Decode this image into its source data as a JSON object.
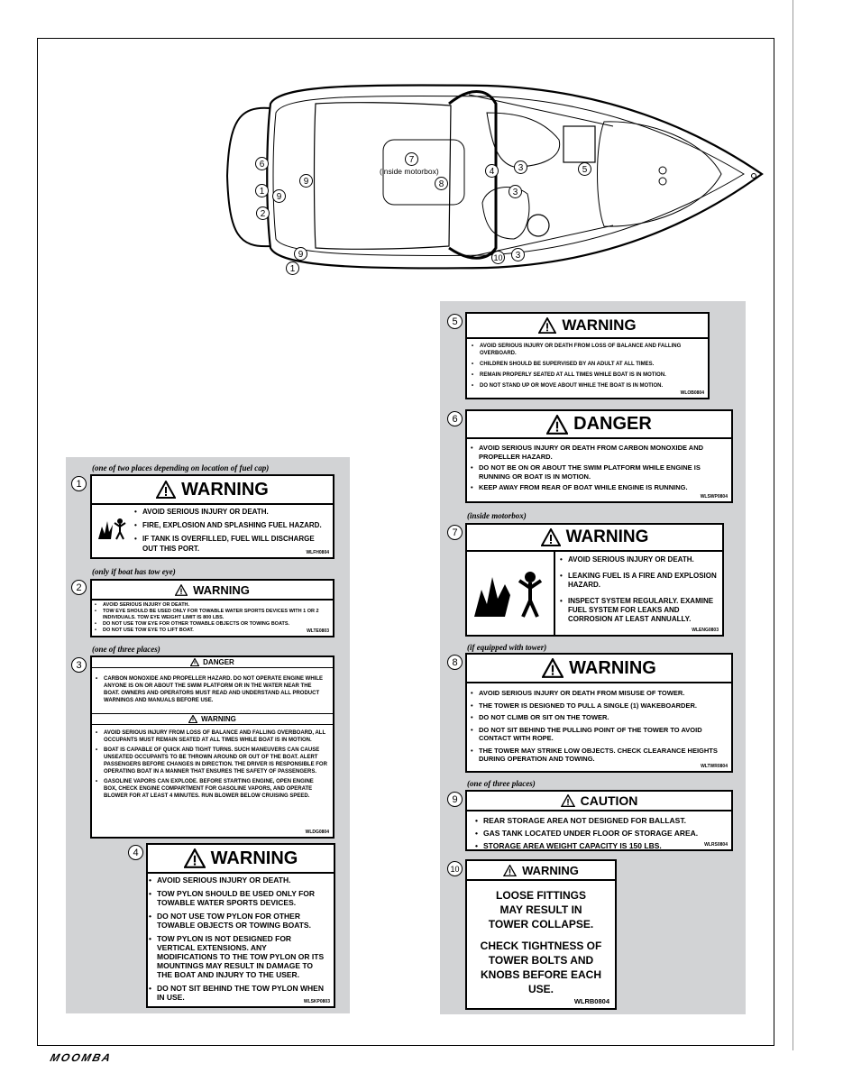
{
  "boat": {
    "inside_motorbox": "(inside motorbox)",
    "markers": [
      "6",
      "1",
      "9",
      "2",
      "9",
      "9",
      "1",
      "7",
      "8",
      "4",
      "3",
      "3",
      "5",
      "10",
      "3"
    ]
  },
  "notes": {
    "n1": "(one of two places depending on location of fuel cap)",
    "n2": "(only if boat has tow eye)",
    "n3": "(one of three places)",
    "n7": "(inside motorbox)",
    "n8": "(if equipped with tower)",
    "n9": "(one of three places)"
  },
  "labels": {
    "l1": {
      "num": "1",
      "title": "WARNING",
      "items": [
        "AVOID SERIOUS INJURY OR DEATH.",
        "FIRE, EXPLOSION AND SPLASHING FUEL HAZARD.",
        "IF TANK IS OVERFILLED, FUEL WILL DISCHARGE OUT THIS PORT."
      ],
      "code": "WLFH0804"
    },
    "l2": {
      "num": "2",
      "title": "WARNING",
      "items": [
        "AVOID SERIOUS INJURY OR DEATH.",
        "TOW EYE SHOULD BE USED ONLY FOR TOWABLE WATER SPORTS DEVICES WITH 1 OR 2 INDIVIDUALS. TOW EYE WEIGHT LIMIT IS 800 LBS.",
        "DO NOT USE TOW EYE FOR OTHER TOWABLE OBJECTS OR TOWING BOATS.",
        "DO NOT USE TOW EYE TO LIFT BOAT."
      ],
      "code": "WLTE0803"
    },
    "l3": {
      "num": "3",
      "danger_title": "DANGER",
      "danger_items": [
        "CARBON MONOXIDE AND PROPELLER HAZARD. DO NOT OPERATE ENGINE WHILE ANYONE IS ON OR ABOUT THE SWIM PLATFORM OR IN THE WATER NEAR THE BOAT. OWNERS AND OPERATORS MUST READ AND UNDERSTAND ALL PRODUCT WARNINGS AND MANUALS BEFORE USE."
      ],
      "warning_title": "WARNING",
      "warning_items": [
        "AVOID SERIOUS INJURY FROM LOSS OF BALANCE AND FALLING OVERBOARD, ALL OCCUPANTS MUST REMAIN SEATED AT ALL TIMES WHILE BOAT IS IN MOTION.",
        "BOAT IS CAPABLE OF QUICK AND TIGHT TURNS. SUCH MANEUVERS CAN CAUSE UNSEATED OCCUPANTS TO BE THROWN AROUND OR OUT OF THE BOAT. ALERT PASSENGERS BEFORE CHANGES IN DIRECTION. THE DRIVER IS RESPONSIBLE FOR OPERATING BOAT IN A MANNER THAT ENSURES THE SAFETY OF PASSENGERS.",
        "GASOLINE VAPORS CAN EXPLODE. BEFORE STARTING ENGINE, OPEN ENGINE BOX, CHECK ENGINE COMPARTMENT FOR GASOLINE VAPORS, AND OPERATE BLOWER FOR AT LEAST 4 MINUTES. RUN BLOWER BELOW CRUISING SPEED."
      ],
      "code": "WLDG0804"
    },
    "l4": {
      "num": "4",
      "title": "WARNING",
      "items": [
        "AVOID SERIOUS INJURY OR DEATH.",
        "TOW PYLON SHOULD BE USED ONLY FOR TOWABLE WATER SPORTS DEVICES.",
        "DO NOT USE TOW PYLON FOR OTHER TOWABLE OBJECTS OR TOWING BOATS.",
        "TOW PYLON IS NOT DESIGNED FOR VERTICAL EXTENSIONS. ANY MODIFICATIONS TO THE TOW PYLON OR ITS MOUNTINGS MAY RESULT IN DAMAGE TO THE BOAT AND INJURY TO THE USER.",
        "DO NOT SIT BEHIND THE TOW PYLON WHEN IN USE."
      ],
      "code": "WLSKP0803"
    },
    "l5": {
      "num": "5",
      "title": "WARNING",
      "items": [
        "AVOID SERIOUS INJURY OR DEATH FROM LOSS OF BALANCE AND FALLING OVERBOARD.",
        "CHILDREN SHOULD BE SUPERVISED BY AN ADULT AT ALL TIMES.",
        "REMAIN PROPERLY SEATED AT ALL TIMES WHILE BOAT IS IN MOTION.",
        "DO NOT STAND UP OR MOVE ABOUT WHILE THE BOAT IS IN MOTION."
      ],
      "code": "WLOB0804"
    },
    "l6": {
      "num": "6",
      "title": "DANGER",
      "items": [
        "AVOID SERIOUS INJURY OR DEATH FROM CARBON MONOXIDE AND PROPELLER HAZARD.",
        "DO NOT BE ON OR ABOUT THE SWIM PLATFORM WHILE ENGINE IS RUNNING OR BOAT IS IN MOTION.",
        "KEEP AWAY FROM REAR OF BOAT WHILE ENGINE IS RUNNING."
      ],
      "code": "WLSWP0804"
    },
    "l7": {
      "num": "7",
      "title": "WARNING",
      "items": [
        "AVOID SERIOUS INJURY OR DEATH.",
        "LEAKING FUEL IS A FIRE AND EXPLOSION HAZARD.",
        "INSPECT SYSTEM REGULARLY. EXAMINE FUEL SYSTEM FOR LEAKS AND CORROSION AT LEAST ANNUALLY."
      ],
      "code": "WLENG0803"
    },
    "l8": {
      "num": "8",
      "title": "WARNING",
      "items": [
        "AVOID SERIOUS INJURY OR DEATH FROM MISUSE OF TOWER.",
        "THE TOWER IS DESIGNED TO PULL A SINGLE (1) WAKEBOARDER.",
        "DO NOT CLIMB OR SIT ON THE TOWER.",
        "DO NOT SIT BEHIND THE PULLING POINT OF THE TOWER TO AVOID CONTACT WITH ROPE.",
        "THE TOWER MAY STRIKE LOW OBJECTS. CHECK CLEARANCE HEIGHTS DURING OPERATION AND TOWING."
      ],
      "code": "WLTWR0804"
    },
    "l9": {
      "num": "9",
      "title": "CAUTION",
      "items": [
        "REAR STORAGE AREA NOT DESIGNED FOR BALLAST.",
        "GAS TANK LOCATED UNDER FLOOR OF STORAGE AREA.",
        "STORAGE AREA WEIGHT CAPACITY IS 150 LBS."
      ],
      "code": "WLRS0804"
    },
    "l10": {
      "num": "10",
      "title": "WARNING",
      "p1": "LOOSE FITTINGS MAY RESULT IN TOWER COLLAPSE.",
      "p2": "CHECK TIGHTNESS OF TOWER BOLTS AND KNOBS BEFORE EACH USE.",
      "code": "WLRB0804"
    }
  },
  "footer": {
    "brand": "MOOMBA"
  }
}
